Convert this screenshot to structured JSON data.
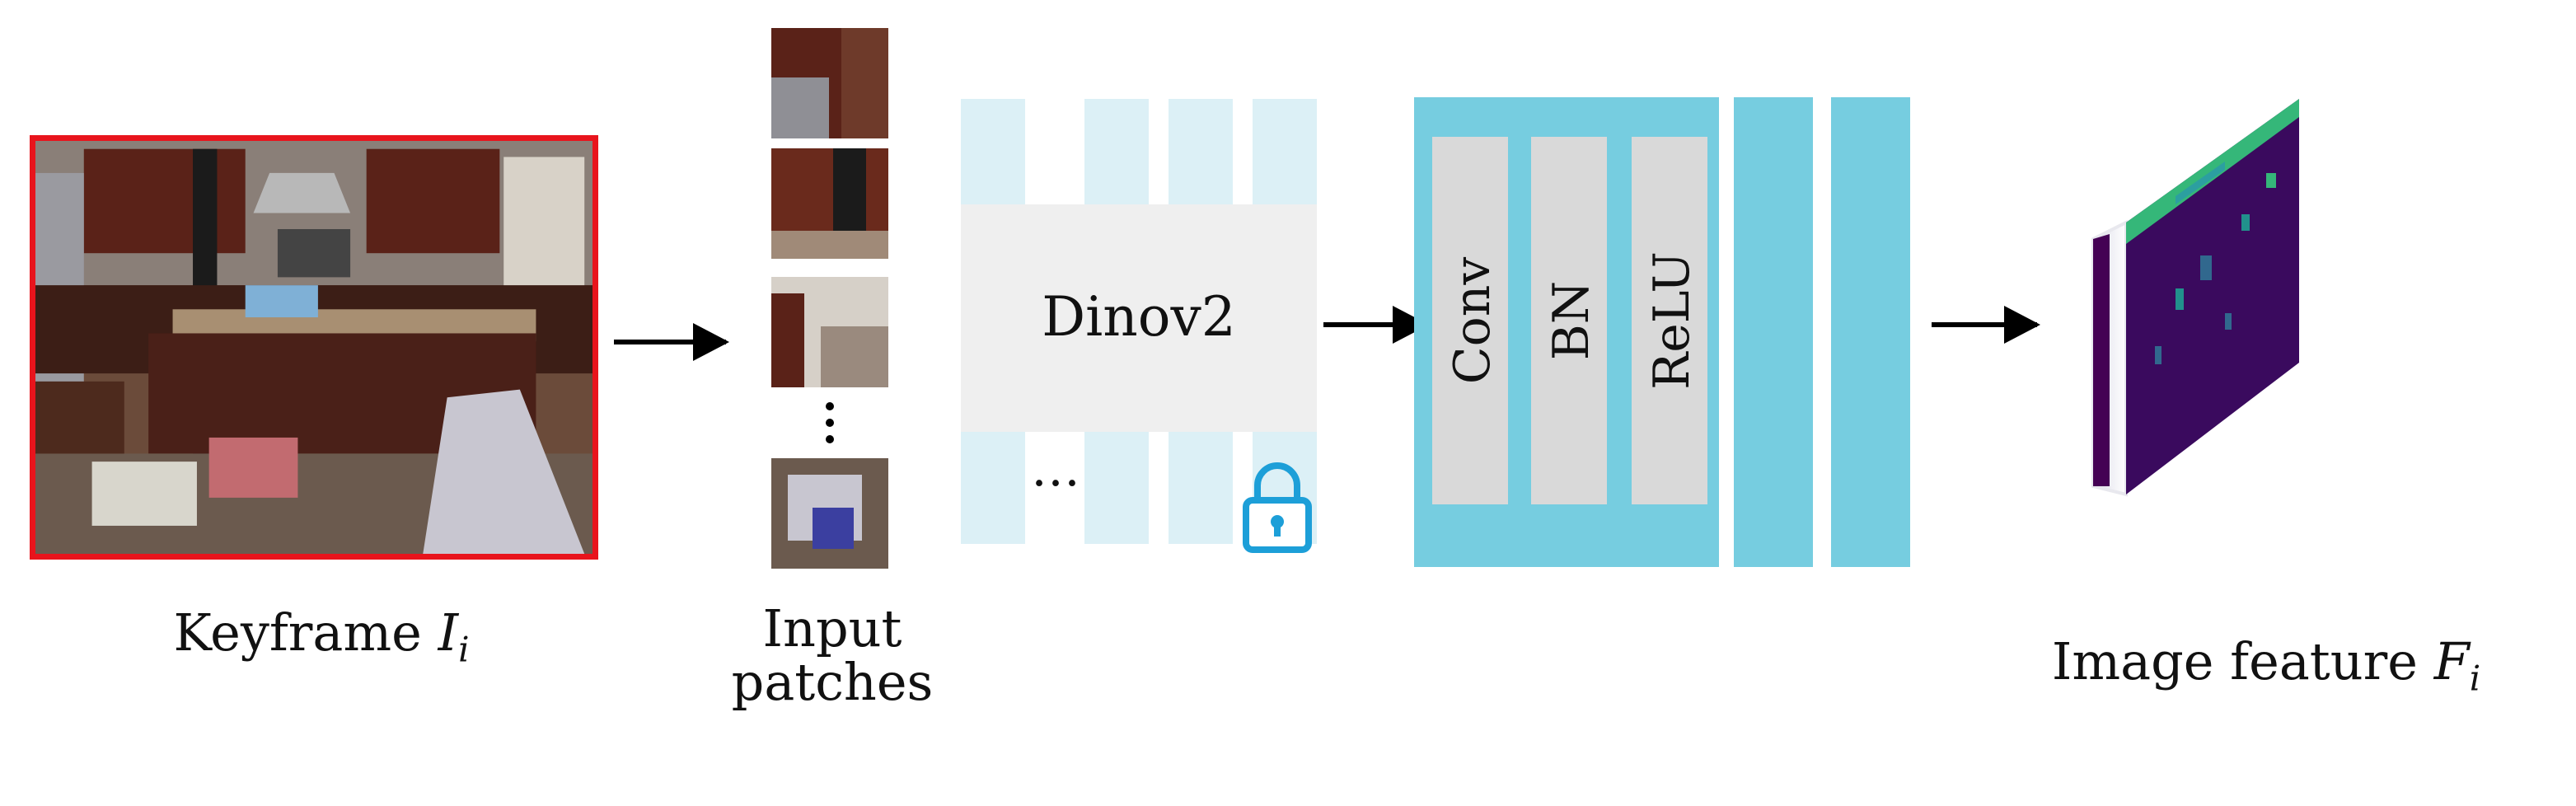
{
  "keyframe": {
    "label": "Keyframe",
    "symbol": "I",
    "subscript": "i",
    "border_color": "#e8141c"
  },
  "input_patches": {
    "label_line1": "Input",
    "label_line2": "patches"
  },
  "encoder": {
    "label": "Dinov2",
    "ellipsis": "…",
    "color": "#dcf0f6",
    "lock_color": "#1d9fd8"
  },
  "head": {
    "layers": [
      "Conv",
      "BN",
      "ReLU"
    ],
    "color": "#76cde0",
    "layer_fill": "#d9d9d9"
  },
  "output": {
    "label": "Image feature",
    "symbol": "F",
    "subscript": "i",
    "colormap": [
      "#440154",
      "#31688e",
      "#35b779",
      "#fde725"
    ]
  }
}
